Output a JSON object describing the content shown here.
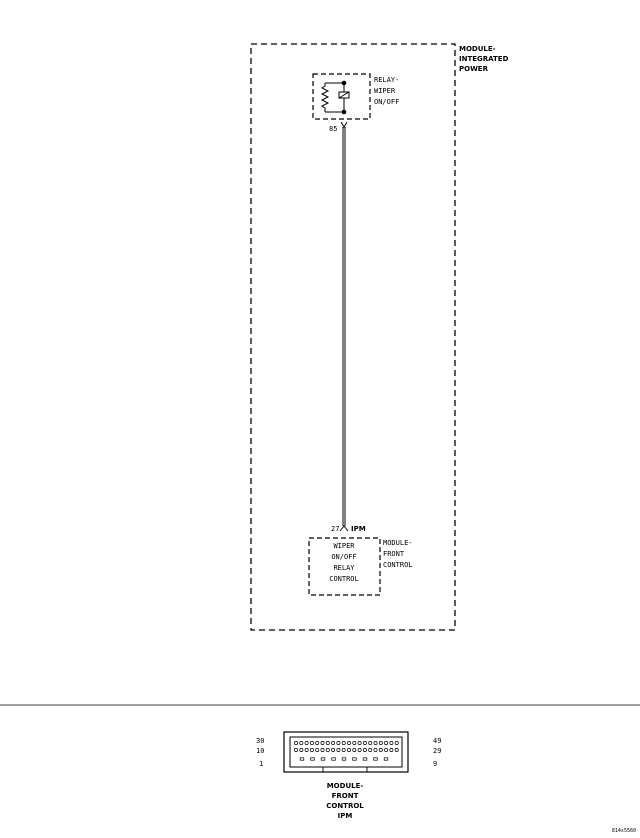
{
  "ipm_module": {
    "label_lines": [
      "MODULE-",
      "INTEGRATED",
      "POWER"
    ]
  },
  "relay": {
    "label_lines": [
      "RELAY-",
      "WIPER",
      "ON/OFF"
    ],
    "pin": "85"
  },
  "fcm_module": {
    "label_lines": [
      "MODULE-",
      "FRONT",
      "CONTROL"
    ],
    "inner_label_lines": [
      "WIPER",
      "ON/OFF",
      "RELAY",
      "CONTROL"
    ],
    "pin": "27",
    "connector_tag": "IPM"
  },
  "connector": {
    "left_pins": [
      "30",
      "10",
      "1"
    ],
    "right_pins": [
      "49",
      "29",
      "9"
    ],
    "caption_lines": [
      "MODULE-",
      "FRONT",
      "CONTROL",
      "IPM"
    ]
  },
  "figure_id": "814s5560"
}
